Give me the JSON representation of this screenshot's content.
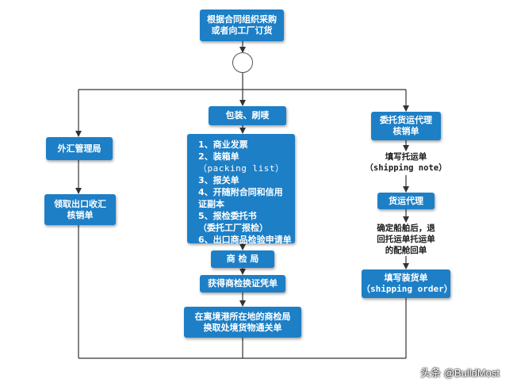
{
  "nodes": {
    "start": "根据合同组织采购\n或者向工厂订货",
    "packing": "包装、刷唛",
    "forex": "外汇管理局",
    "verification_receive": "领取出口收汇\n核销单",
    "forwarder_verification": "委托货运代理\n核销单",
    "fill_booking": "填写托运单\n（shipping note）",
    "forwarder": "货运代理",
    "confirm_note": "确定船舶后，退\n回托运单托运单\n的配舱回单",
    "fill_shipping_order": "填写装货单\n（shipping order）",
    "inspection_bureau": "商 检 局",
    "get_certificate": "获得商检换证凭单",
    "exchange": "在离境港所在地的商检局\n换取处境货物通关单"
  },
  "documents": {
    "items": [
      {
        "text": "1、商业发票",
        "sub": false
      },
      {
        "text": "2、装箱单",
        "sub": false
      },
      {
        "text": "（packing list）",
        "sub": true
      },
      {
        "text": "3、报关单",
        "sub": false
      },
      {
        "text": "4、开随附合同和信用\n证副本",
        "sub": false
      },
      {
        "text": "5、报检委托书",
        "sub": false
      },
      {
        "text": "（委托工厂报检）",
        "sub": false
      },
      {
        "text": "6、出口商品检验申请单",
        "sub": false
      }
    ]
  },
  "watermark": "头条 @BuildMost"
}
